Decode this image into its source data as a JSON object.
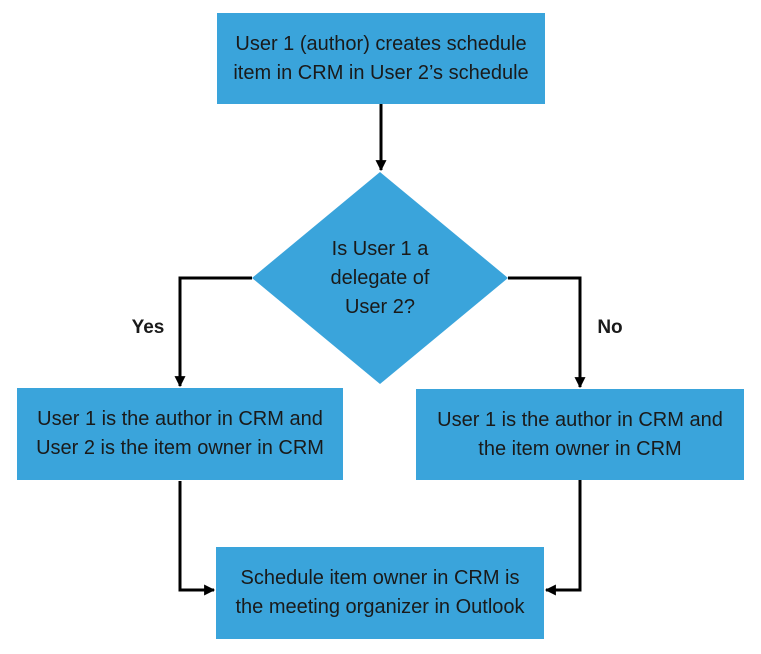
{
  "diagram": {
    "type": "flowchart",
    "colors": {
      "node_fill": "#3AA4DB",
      "text": "#1A1A1A",
      "arrow": "#000000",
      "background": "#FFFFFF"
    },
    "nodes": {
      "start": {
        "shape": "rectangle",
        "lines": [
          "User 1 (author) creates schedule",
          "item in CRM in User 2’s schedule"
        ]
      },
      "decision": {
        "shape": "diamond",
        "lines": [
          "Is User 1 a",
          "delegate of",
          "User 2?"
        ]
      },
      "yes_branch": {
        "shape": "rectangle",
        "lines": [
          "User 1 is the author in CRM and",
          "User 2 is the item owner in CRM"
        ]
      },
      "no_branch": {
        "shape": "rectangle",
        "lines": [
          "User 1 is the author in CRM and",
          "the item owner in CRM"
        ]
      },
      "end": {
        "shape": "rectangle",
        "lines": [
          "Schedule item owner in CRM is",
          "the meeting organizer in Outlook"
        ]
      }
    },
    "edges": {
      "yes_label": "Yes",
      "no_label": "No"
    }
  }
}
